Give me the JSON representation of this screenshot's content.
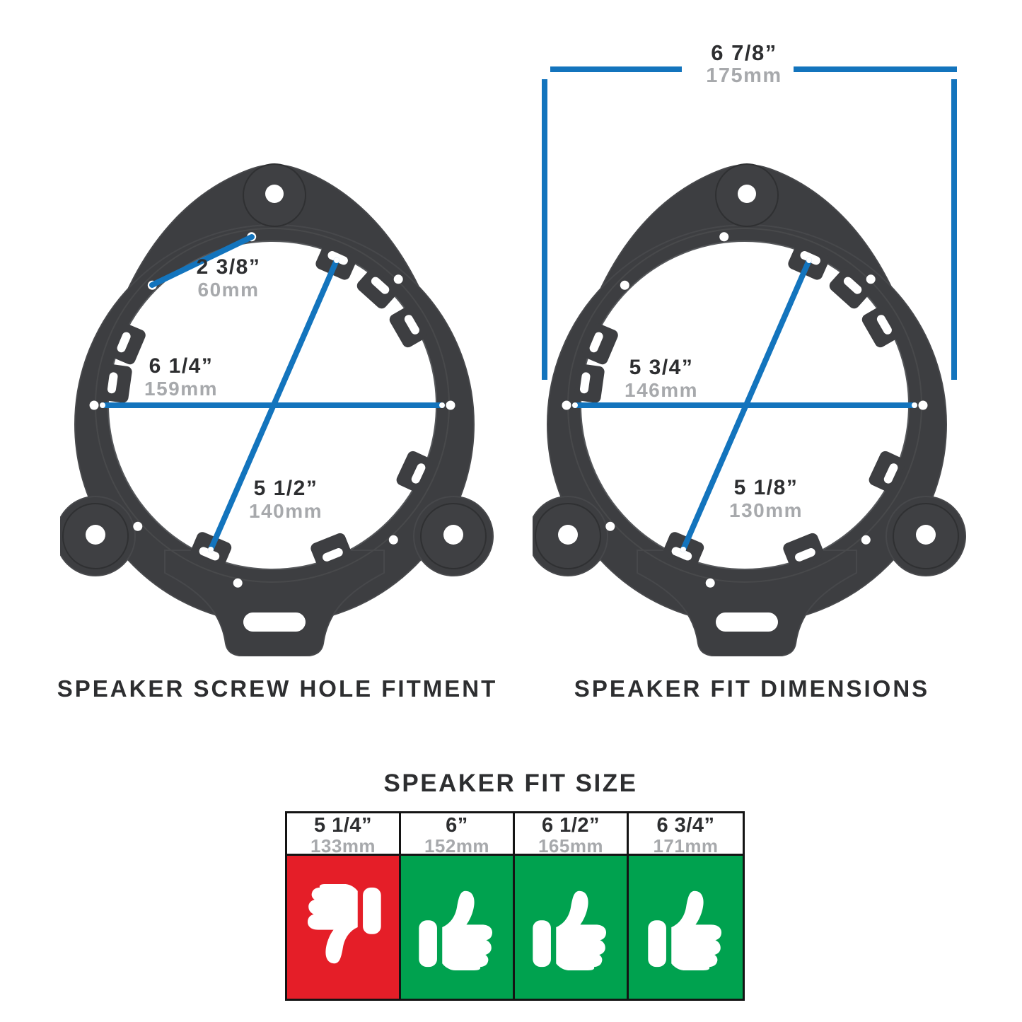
{
  "colors": {
    "accent_blue": "#1374bd",
    "bracket_dark": "#3d3e41",
    "text_dark": "#2d2e30",
    "text_gray": "#a7a9ac",
    "no_fit_red": "#e51e28",
    "fit_green": "#00a24f",
    "table_border": "#141414"
  },
  "left_diagram": {
    "caption": "SPEAKER SCREW HOLE FITMENT",
    "measurements": [
      {
        "name": "screw-spacing-small",
        "inches": "2 3/8”",
        "mm": "60mm"
      },
      {
        "name": "screw-spacing-wide",
        "inches": "6 1/4”",
        "mm": "159mm"
      },
      {
        "name": "screw-spacing-diagonal",
        "inches": "5 1/2”",
        "mm": "140mm"
      }
    ]
  },
  "right_diagram": {
    "caption": "SPEAKER FIT DIMENSIONS",
    "overall_width": {
      "inches": "6 7/8”",
      "mm": "175mm"
    },
    "measurements": [
      {
        "name": "fit-width",
        "inches": "5 3/4”",
        "mm": "146mm"
      },
      {
        "name": "fit-diagonal",
        "inches": "5 1/8”",
        "mm": "130mm"
      }
    ]
  },
  "fit_table": {
    "title": "SPEAKER FIT SIZE",
    "columns": [
      {
        "inches": "5 1/4”",
        "mm": "133mm",
        "fits": false,
        "icon": "thumbs-down-icon",
        "color": "#e51e28"
      },
      {
        "inches": "6”",
        "mm": "152mm",
        "fits": true,
        "icon": "thumbs-up-icon",
        "color": "#00a24f"
      },
      {
        "inches": "6 1/2”",
        "mm": "165mm",
        "fits": true,
        "icon": "thumbs-up-icon",
        "color": "#00a24f"
      },
      {
        "inches": "6 3/4”",
        "mm": "171mm",
        "fits": true,
        "icon": "thumbs-up-icon",
        "color": "#00a24f"
      }
    ]
  }
}
